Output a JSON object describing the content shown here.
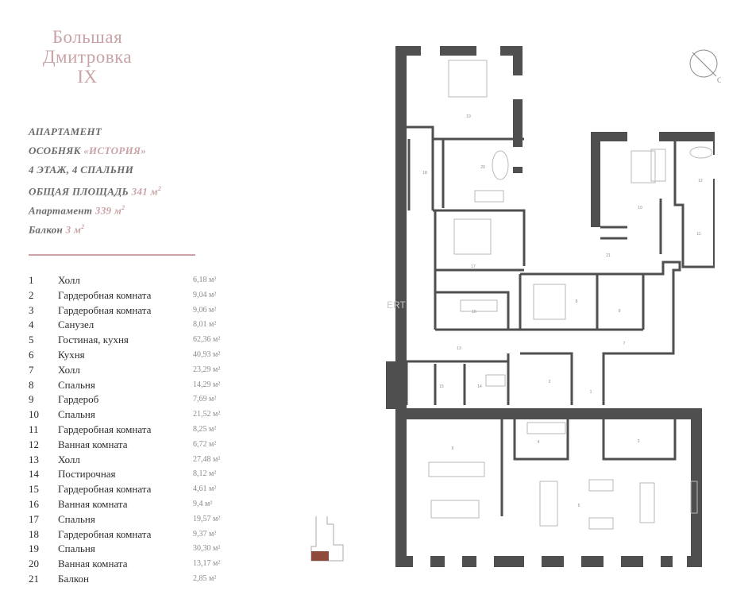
{
  "brand": {
    "line1": "Большая",
    "line2": "Дмитровка",
    "line3": "IX"
  },
  "info": {
    "type": "Апартамент",
    "mansion_prefix": "Особняк ",
    "mansion_name": "«История»",
    "floor": "4 этаж, 4 спальни",
    "total_label": "Общая площадь ",
    "total_value": "341 м",
    "apartment_label": "Апартамент ",
    "apartment_value": "339 м",
    "balcony_label": "Балкон ",
    "balcony_value": "3 м",
    "sup": "2"
  },
  "compass": {
    "label": "С"
  },
  "watermark": "ERT",
  "rooms": [
    {
      "num": "1",
      "name": "Холл",
      "area": "6,18 м²"
    },
    {
      "num": "2",
      "name": "Гардеробная комната",
      "area": "9,04 м²"
    },
    {
      "num": "3",
      "name": "Гардеробная комната",
      "area": "9,06 м²"
    },
    {
      "num": "4",
      "name": "Санузел",
      "area": "8,01 м²"
    },
    {
      "num": "5",
      "name": "Гостиная, кухня",
      "area": "62,36 м²"
    },
    {
      "num": "6",
      "name": "Кухня",
      "area": "40,93 м²"
    },
    {
      "num": "7",
      "name": "Холл",
      "area": "23,29 м²"
    },
    {
      "num": "8",
      "name": "Спальня",
      "area": "14,29 м²"
    },
    {
      "num": "9",
      "name": "Гардероб",
      "area": "7,69 м²"
    },
    {
      "num": "10",
      "name": "Спальня",
      "area": "21,52 м²"
    },
    {
      "num": "11",
      "name": "Гардеробная комната",
      "area": "8,25 м²"
    },
    {
      "num": "12",
      "name": "Ванная комната",
      "area": "6,72 м²"
    },
    {
      "num": "13",
      "name": "Холл",
      "area": "27,48 м²"
    },
    {
      "num": "14",
      "name": "Постирочная",
      "area": "8,12 м²"
    },
    {
      "num": "15",
      "name": "Гардеробная комната",
      "area": "4,61 м²"
    },
    {
      "num": "16",
      "name": "Ванная комната",
      "area": "9,4 м²"
    },
    {
      "num": "17",
      "name": "Спальня",
      "area": "19,57 м²"
    },
    {
      "num": "18",
      "name": "Гардеробная комната",
      "area": "9,37 м²"
    },
    {
      "num": "19",
      "name": "Спальня",
      "area": "30,30 м²"
    },
    {
      "num": "20",
      "name": "Ванная комната",
      "area": "13,17 м²"
    },
    {
      "num": "21",
      "name": "Балкон",
      "area": "2,85 м²"
    }
  ],
  "plan_labels": {
    "r1": "1",
    "r2": "2",
    "r3": "3",
    "r4": "4",
    "r5": "5",
    "r6": "6",
    "r7": "7",
    "r8": "8",
    "r9": "9",
    "r10": "10",
    "r11": "11",
    "r12": "12",
    "r13": "13",
    "r14": "14",
    "r15": "15",
    "r16": "16",
    "r17": "17",
    "r18": "18",
    "r19": "19",
    "r20": "20",
    "r21": "21"
  }
}
